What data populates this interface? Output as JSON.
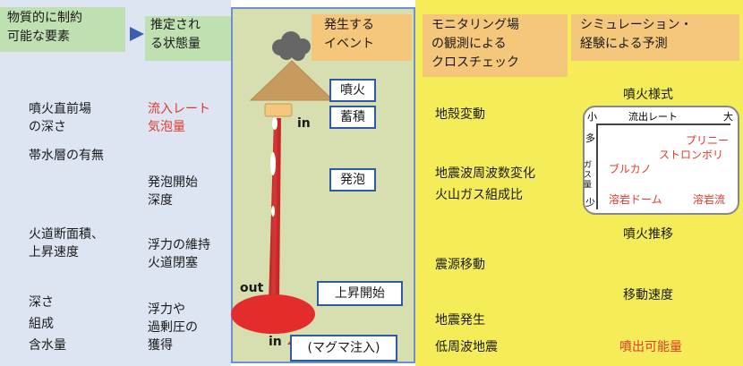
{
  "headers": {
    "col1": "物質的に制約\n可能な要素",
    "col2": "推定され\nる状態量",
    "col3": "発生する\nイベント",
    "col4": "モニタリング場\nの観測による\nクロスチェック",
    "col5": "シミュレーション・\n経験による予測"
  },
  "col1_items": [
    "噴火直前場\nの深さ",
    "帯水層の有無",
    "火道断面積、\n上昇速度",
    "深さ\n組成\n含水量"
  ],
  "col2_items": {
    "inflow": "流入レート\n気泡量",
    "foaming_depth": "発泡開始\n深度",
    "buoyancy": "浮力の維持\n火道閉塞",
    "overpressure": "浮力や\n過剰圧の\n獲得"
  },
  "events": {
    "eruption": "噴火",
    "accumulation": "蓄積",
    "foaming": "発泡",
    "ascent_start": "上昇開始",
    "magma_injection": "(マグマ注入)"
  },
  "flow_labels": {
    "in_top": "in",
    "out": "out",
    "in_bottom": "in"
  },
  "col4_items": [
    "地殻変動",
    "地震波周波数変化\n火山ガス組成比",
    "震源移動",
    "地震発生",
    "低周波地震"
  ],
  "col5": {
    "style_title": "噴火様式",
    "chart": {
      "outflow_label": "流出レート",
      "small": "小",
      "large": "大",
      "many": "多",
      "few": "少",
      "gas_label": "ガ\nス\n量",
      "types": [
        "プリニー",
        "ストロンボリ",
        "ブルカノ",
        "溶岩ドーム",
        "溶岩流"
      ]
    },
    "transition": "噴火推移",
    "speed": "移動速度",
    "eruptible": "噴出可能量"
  },
  "colors": {
    "col1_bg": "#dde4f2",
    "col2_bg": "#dde4f2",
    "col3_bg": "#d7dfb0",
    "col45_bg": "#f4ec58",
    "header_green": "#bfe0b0",
    "header_orange": "#f5c77a",
    "header_yellow": "#f4ec58",
    "magma_red": "#e52c2c",
    "volcano_brown": "#c79a5e"
  }
}
